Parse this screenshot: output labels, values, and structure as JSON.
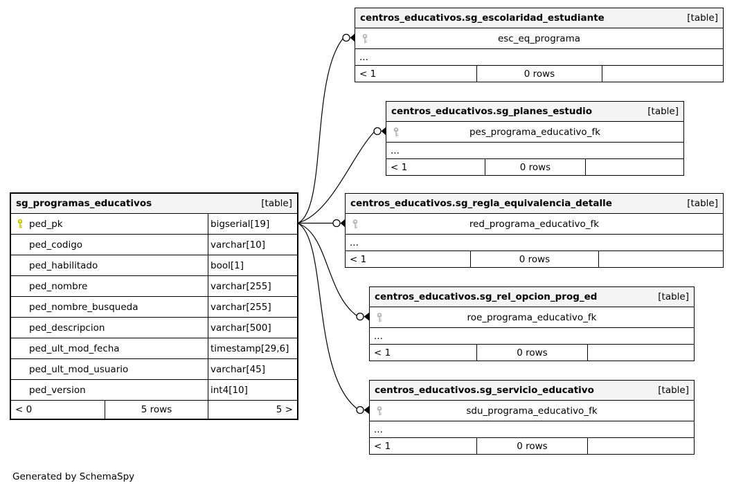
{
  "diagram": {
    "generator_note": "Generated by SchemaSpy"
  },
  "colors": {
    "header_bg": "#f4f4f4",
    "row_bg": "#ffffff",
    "border": "#000000",
    "pk_key": "#c9cc00",
    "fk_key": "#b9b9b9"
  },
  "icons": {
    "primary_key": "yellow-key-icon",
    "foreign_key": "gray-key-icon"
  },
  "main_table": {
    "title": "sg_programas_educativos",
    "badge": "[table]",
    "columns": [
      {
        "name": "ped_pk",
        "type": "bigserial[19]"
      },
      {
        "name": "ped_codigo",
        "type": "varchar[10]"
      },
      {
        "name": "ped_habilitado",
        "type": "bool[1]"
      },
      {
        "name": "ped_nombre",
        "type": "varchar[255]"
      },
      {
        "name": "ped_nombre_busqueda",
        "type": "varchar[255]"
      },
      {
        "name": "ped_descripcion",
        "type": "varchar[500]"
      },
      {
        "name": "ped_ult_mod_fecha",
        "type": "timestamp[29,6]"
      },
      {
        "name": "ped_ult_mod_usuario",
        "type": "varchar[45]"
      },
      {
        "name": "ped_version",
        "type": "int4[10]"
      }
    ],
    "footer": {
      "left": "< 0",
      "center": "5 rows",
      "right": "5 >"
    }
  },
  "related_tables": [
    {
      "title": "centros_educativos.sg_escolaridad_estudiante",
      "badge": "[table]",
      "fk_column": "esc_eq_programa",
      "more": "...",
      "footer": {
        "left": "< 1",
        "center": "0 rows",
        "right": ""
      }
    },
    {
      "title": "centros_educativos.sg_planes_estudio",
      "badge": "[table]",
      "fk_column": "pes_programa_educativo_fk",
      "more": "...",
      "footer": {
        "left": "< 1",
        "center": "0 rows",
        "right": ""
      }
    },
    {
      "title": "centros_educativos.sg_regla_equivalencia_detalle",
      "badge": "[table]",
      "fk_column": "red_programa_educativo_fk",
      "more": "...",
      "footer": {
        "left": "< 1",
        "center": "0 rows",
        "right": ""
      }
    },
    {
      "title": "centros_educativos.sg_rel_opcion_prog_ed",
      "badge": "[table]",
      "fk_column": "roe_programa_educativo_fk",
      "more": "...",
      "footer": {
        "left": "< 1",
        "center": "0 rows",
        "right": ""
      }
    },
    {
      "title": "centros_educativos.sg_servicio_educativo",
      "badge": "[table]",
      "fk_column": "sdu_programa_educativo_fk",
      "more": "...",
      "footer": {
        "left": "< 1",
        "center": "0 rows",
        "right": ""
      }
    }
  ]
}
